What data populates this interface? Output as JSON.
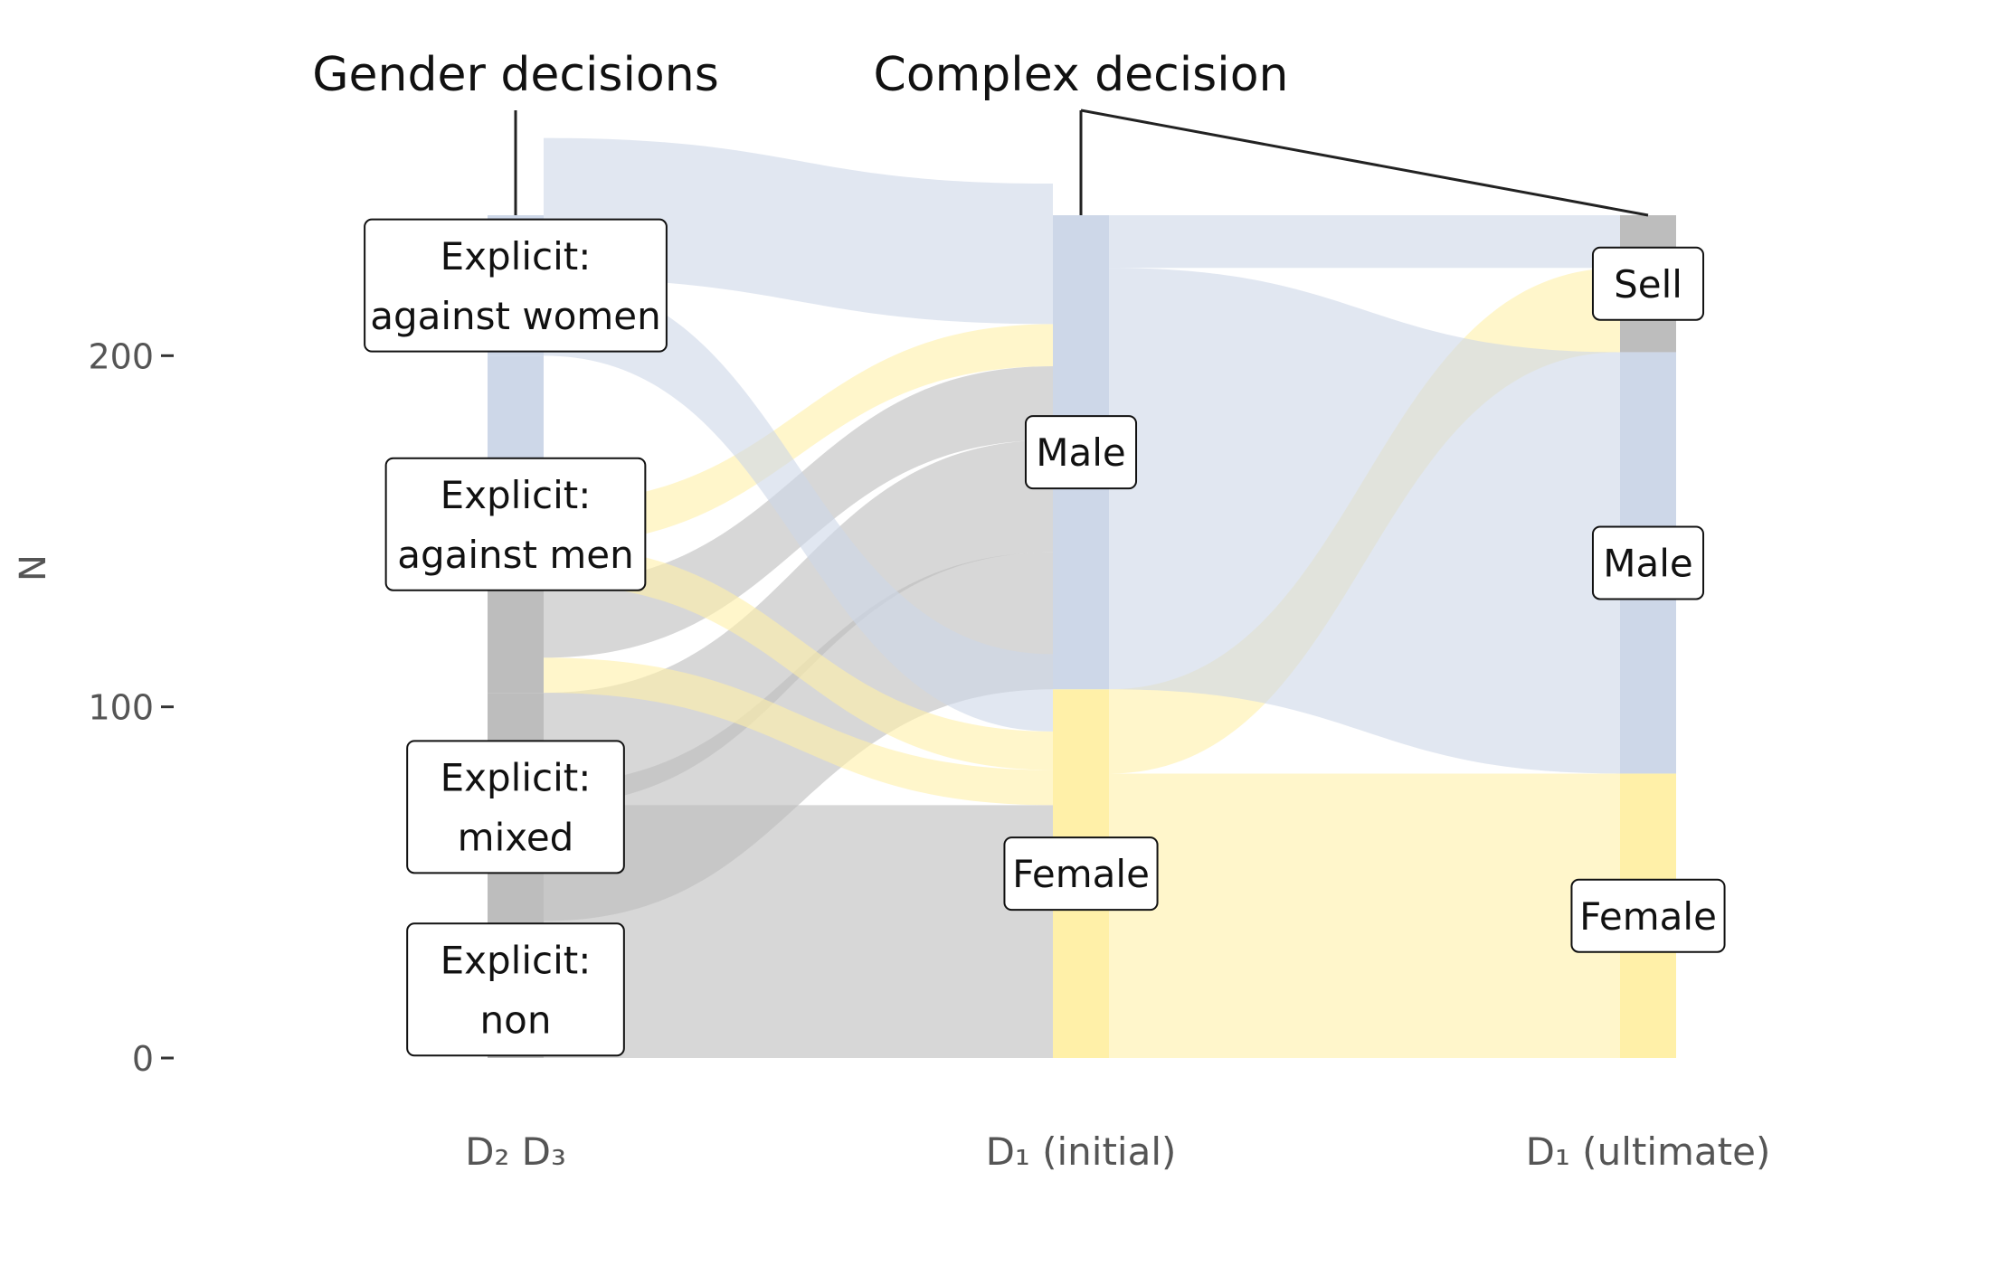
{
  "chart_data": {
    "type": "alluvial",
    "ylabel": "N",
    "ylim": [
      0,
      240
    ],
    "yticks": [
      0,
      100,
      200
    ],
    "axes": [
      {
        "id": "d23",
        "label": "D₂ D₃"
      },
      {
        "id": "d1i",
        "label": "D₁ (initial)"
      },
      {
        "id": "d1u",
        "label": "D₁ (ultimate)"
      }
    ],
    "annotations": [
      {
        "text": "Gender decisions",
        "targets": [
          "d23"
        ]
      },
      {
        "text": "Complex decision",
        "targets": [
          "d1i",
          "d1u"
        ]
      }
    ],
    "colors": {
      "blue": "#cdd7e8",
      "yellow": "#fff0a8",
      "grey": "#bdbdbd"
    },
    "strata": {
      "d23": [
        {
          "id": "non",
          "label": "Explicit:\nnon",
          "value": 39,
          "color": "grey"
        },
        {
          "id": "mixed",
          "label": "Explicit:\nmixed",
          "value": 65,
          "color": "grey"
        },
        {
          "id": "men",
          "label": "Explicit:\nagainst men",
          "value": 96,
          "color": "mixed"
        },
        {
          "id": "women",
          "label": "Explicit:\nagainst women",
          "value": 40,
          "color": "blue"
        }
      ],
      "d1i": [
        {
          "id": "female",
          "label": "Female",
          "value": 105,
          "color": "yellow"
        },
        {
          "id": "male",
          "label": "Male",
          "value": 135,
          "color": "blue"
        }
      ],
      "d1u": [
        {
          "id": "female",
          "label": "Female",
          "value": 81,
          "color": "yellow"
        },
        {
          "id": "male",
          "label": "Male",
          "value": 120,
          "color": "blue"
        },
        {
          "id": "sell",
          "label": "Sell",
          "value": 39,
          "color": "grey"
        }
      ]
    },
    "flows_d23_to_d1i": [
      {
        "from": "non",
        "to": "female",
        "value": 39,
        "color": "grey"
      },
      {
        "from": "non",
        "to": "male",
        "value": 39,
        "color": "grey"
      },
      {
        "from": "mixed",
        "to": "female",
        "value": 33,
        "color": "grey"
      },
      {
        "from": "mixed",
        "to": "male",
        "value": 32,
        "color": "grey"
      },
      {
        "from": "men",
        "to": "female",
        "value": 10,
        "color": "yellow"
      },
      {
        "from": "men",
        "to": "male",
        "value": 21,
        "color": "grey"
      },
      {
        "from": "men",
        "to": "female",
        "value": 11,
        "color": "yellow"
      },
      {
        "from": "men",
        "to": "male",
        "value": 12,
        "color": "yellow"
      },
      {
        "from": "women",
        "to": "female",
        "value": 22,
        "color": "blue"
      },
      {
        "from": "women",
        "to": "male",
        "value": 40,
        "color": "blue"
      }
    ],
    "flows_d1i_to_d1u": [
      {
        "from": "female",
        "to": "female",
        "value": 81,
        "color": "yellow"
      },
      {
        "from": "female",
        "to": "sell",
        "value": 24,
        "color": "yellow"
      },
      {
        "from": "male",
        "to": "male",
        "value": 120,
        "color": "blue"
      },
      {
        "from": "male",
        "to": "sell",
        "value": 15,
        "color": "blue"
      }
    ]
  }
}
